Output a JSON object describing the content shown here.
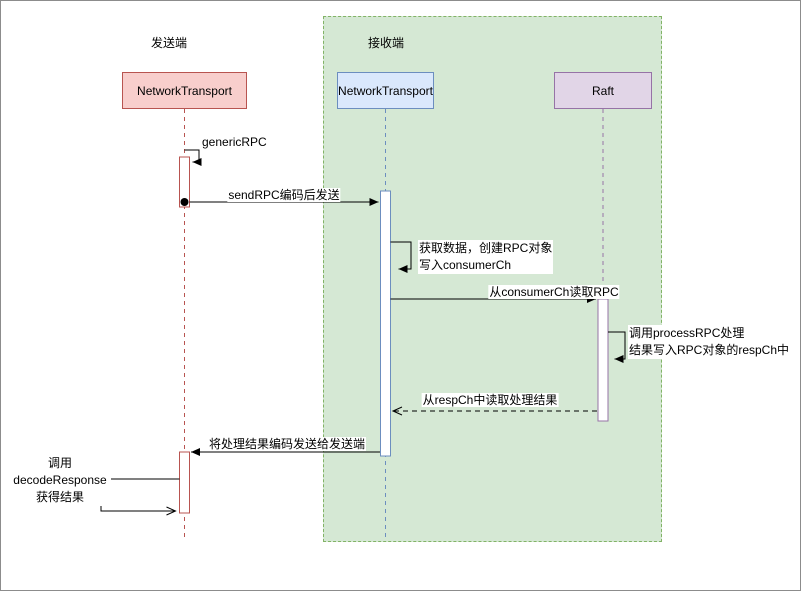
{
  "diagram": {
    "sender_group_label": "发送端",
    "receiver_group_label": "接收端",
    "actors": {
      "sender": "NetworkTransport",
      "receiver": "NetworkTransport",
      "raft": "Raft"
    },
    "messages": {
      "generic_rpc": "genericRPC",
      "send_rpc": "sendRPC编码后发送",
      "create_rpc_line1": "获取数据，创建RPC对象",
      "create_rpc_line2": "写入consumerCh",
      "read_consumer": "从consumerCh读取RPC",
      "process_line1": "调用processRPC处理",
      "process_line2": "结果写入RPC对象的respCh中",
      "read_resp": "从respCh中读取处理结果",
      "send_result": "将处理结果编码发送给发送端",
      "decode_line1": "调用",
      "decode_line2": "decodeResponse",
      "decode_line3": "获得结果"
    },
    "colors": {
      "sender_fill": "#f8cecc",
      "sender_border": "#b85450",
      "receiver_fill": "#dae8fc",
      "receiver_border": "#6c8ebf",
      "raft_fill": "#e1d5e7",
      "raft_border": "#9673a6",
      "region_fill": "#d5e8d4",
      "region_border": "#82b366"
    }
  }
}
